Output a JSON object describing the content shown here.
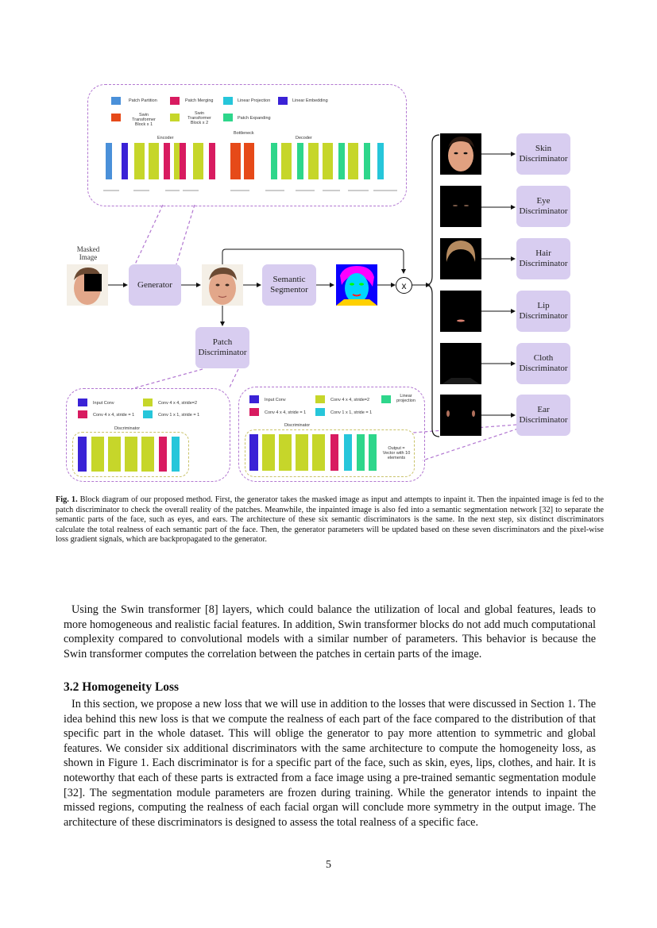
{
  "figure": {
    "encoder_legend": {
      "patch_partition": "Patch Partition",
      "patch_merging": "Patch Merging",
      "linear_projection": "Linear Projection",
      "linear_embedding": "Linear Embedding",
      "swin_block_1": "Swin Transformer Block x 1",
      "swin_block_2": "Swin Transformer Block x 2",
      "patch_expanding": "Patch Expanding"
    },
    "section_labels": {
      "encoder": "Encoder",
      "bottleneck": "Bottleneck",
      "decoder": "Decoder"
    },
    "masked_image_label": "Masked Image",
    "generator": "Generator",
    "semantic_segmentor": "Semantic Segmentor",
    "patch_discriminator": "Patch Discriminator",
    "multiply_symbol": "x",
    "discriminators": [
      "Skin Discriminator",
      "Eye Discriminator",
      "Hair Discriminator",
      "Lip Discriminator",
      "Cloth Discriminator",
      "Ear Discriminator"
    ],
    "patch_disc_legend": {
      "input_conv": "Input Conv",
      "conv4_s2": "Conv 4 x 4, stride=2",
      "conv4_s1": "Conv 4 x 4, stride = 1",
      "conv1_s1": "Conv 1 x 1, stride = 1",
      "title": "Discriminator"
    },
    "part_disc_legend": {
      "input_conv": "Input Conv",
      "conv4_s2": "Conv 4 x 4, stride=2",
      "linear_projection": "Linear projection",
      "conv4_s1": "Conv 4 x 4, stride = 1",
      "conv1_s1": "Conv 1 x 1, stride = 1",
      "title": "Discriminator",
      "output": "Output = Vector with 10 elements"
    },
    "colors": {
      "patch_partition": "#4a90d9",
      "patch_merging": "#d81b60",
      "linear_projection": "#26c6da",
      "linear_embedding": "#3a22d6",
      "swin_block_1": "#e64a19",
      "swin_block_2": "#c6d62a",
      "patch_expanding": "#2ed68b",
      "lavender": "#d8cdf0",
      "dash": "#b277d1"
    }
  },
  "caption": {
    "label": "Fig. 1.",
    "text": " Block diagram of our proposed method. First, the generator takes the masked image as input and attempts to inpaint it. Then the inpainted image is fed to the patch discriminator to check the overall reality of the patches. Meanwhile, the inpainted image is also fed into a semantic segmentation network [32] to separate the semantic parts of the face, such as eyes, and ears. The architecture of these six semantic discriminators is the same. In the next step, six distinct discriminators calculate the total realness of each semantic part of the face. Then, the generator parameters will be updated based on these seven discriminators and the pixel-wise loss gradient signals, which are backpropagated to the generator."
  },
  "body": {
    "para1": "Using the Swin transformer [8] layers, which could balance the utilization of local and global features, leads to more homogeneous and realistic facial features. In addition, Swin transformer blocks do not add much computational complexity compared to convolutional models with a similar number of parameters. This behavior is because the Swin transformer computes the correlation between the patches in certain parts of the image.",
    "heading": "3.2 Homogeneity Loss",
    "para2": "In this section, we propose a new loss that we will use in addition to the losses that were discussed in Section 1. The idea behind this new loss is that we compute the realness of each part of the face compared to the distribution of that specific part in the whole dataset. This will oblige the generator to pay more attention to symmetric and global features. We consider six additional discriminators with the same architecture to compute the homogeneity loss, as shown in Figure 1. Each discriminator is for a specific part of the face, such as skin, eyes, lips, clothes, and hair. It is noteworthy that each of these parts is extracted from a face image using a pre-trained semantic segmentation module [32]. The segmentation module parameters are frozen during training. While the generator intends to inpaint the missed regions, computing the realness of each facial organ will conclude more symmetry in the output image. The architecture of these discriminators is designed to assess the total realness of a specific face."
  },
  "page_number": "5"
}
